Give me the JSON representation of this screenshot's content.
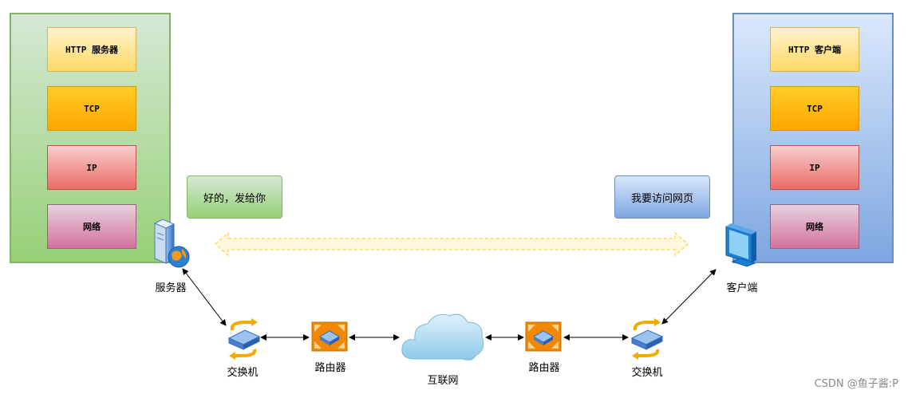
{
  "server_stack": {
    "layers": [
      "HTTP 服务器",
      "TCP",
      "IP",
      "网络"
    ]
  },
  "client_stack": {
    "layers": [
      "HTTP 客户端",
      "TCP",
      "IP",
      "网络"
    ]
  },
  "messages": {
    "server_reply": "好的，发给你",
    "client_request": "我要访问网页"
  },
  "nodes": {
    "server": "服务器",
    "client": "客户端",
    "switch_left": "交换机",
    "router_left": "路由器",
    "internet": "互联网",
    "router_right": "路由器",
    "switch_right": "交换机"
  },
  "icons": {
    "server": "server-globe-icon",
    "client": "monitor-icon",
    "switch": "switch-icon",
    "router": "router-icon",
    "internet": "cloud-icon"
  },
  "colors": {
    "server_stack": "#97d077",
    "client_stack": "#7ea6e0",
    "http_layer": "#ffd966",
    "tcp_layer": "#ffa500",
    "ip_layer": "#ea6b66",
    "network_layer": "#d5739d",
    "exchange_arrow": "#ffe599",
    "router": "#f08705",
    "switch": "#4d7cc8"
  },
  "watermark": "CSDN @鱼子酱:P"
}
